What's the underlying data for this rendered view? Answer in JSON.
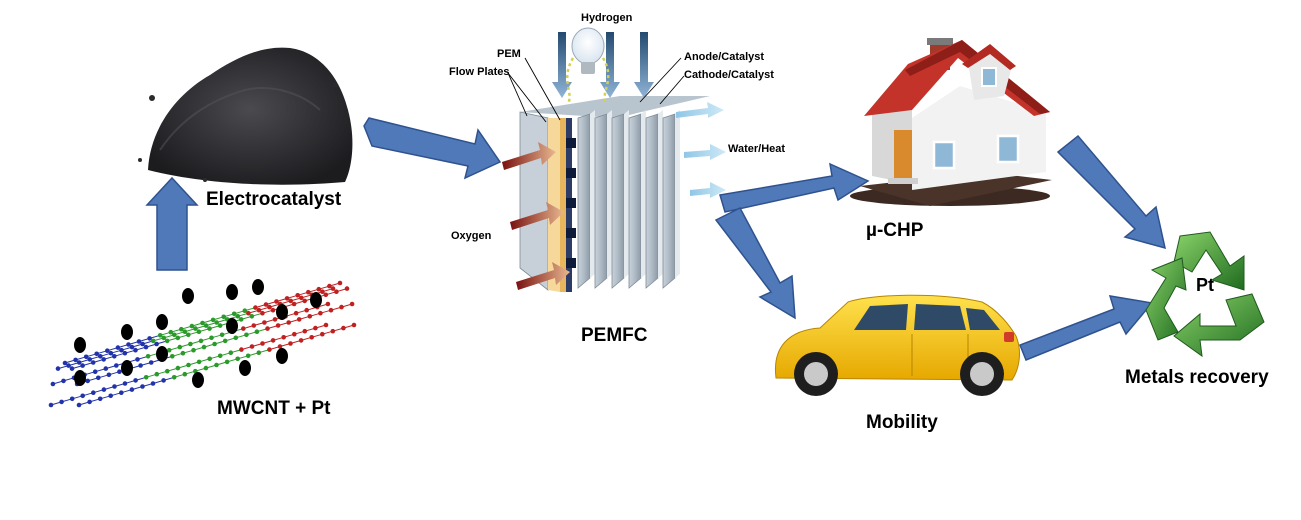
{
  "labels": {
    "electrocatalyst": "Electrocatalyst",
    "mwcnt_pt": "MWCNT + Pt",
    "pemfc": "PEMFC",
    "mu_chp": "µ-CHP",
    "mobility": "Mobility",
    "metals_recovery": "Metals recovery",
    "pt": "Pt"
  },
  "fuel_cell_labels": {
    "hydrogen": "Hydrogen",
    "pem": "PEM",
    "flow_plates": "Flow Plates",
    "anode_catalyst": "Anode/Catalyst",
    "cathode_catalyst": "Cathode/Catalyst",
    "water_heat": "Water/Heat",
    "oxygen": "Oxygen"
  },
  "colors": {
    "flow_arrow_fill": "#4f79b8",
    "flow_arrow_stroke": "#2f528f",
    "recycle_green": "#2e8b2e",
    "car_yellow": "#f5c500",
    "roof_red": "#b3261e",
    "powder": "#2b2b2e"
  }
}
